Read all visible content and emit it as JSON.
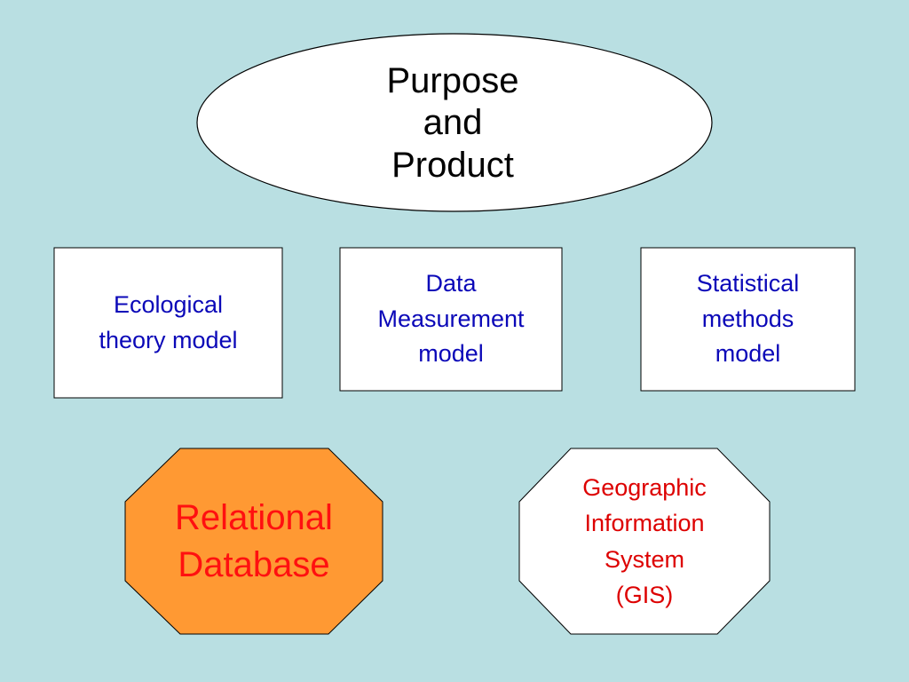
{
  "diagram": {
    "top_node": {
      "text": "Purpose\nand\nProduct"
    },
    "models": [
      {
        "text": "Ecological\ntheory model"
      },
      {
        "text": "Data\nMeasurement\nmodel"
      },
      {
        "text": "Statistical\nmethods\nmodel"
      }
    ],
    "relational_database": {
      "text": "Relational\nDatabase"
    },
    "gis": {
      "text": "Geographic\nInformation\nSystem\n(GIS)"
    }
  },
  "colors": {
    "background": "#b9dfe2",
    "model_text": "#0b08b8",
    "database_fill": "#ff9933",
    "database_text": "#ff1010",
    "gis_text": "#dd0000"
  }
}
